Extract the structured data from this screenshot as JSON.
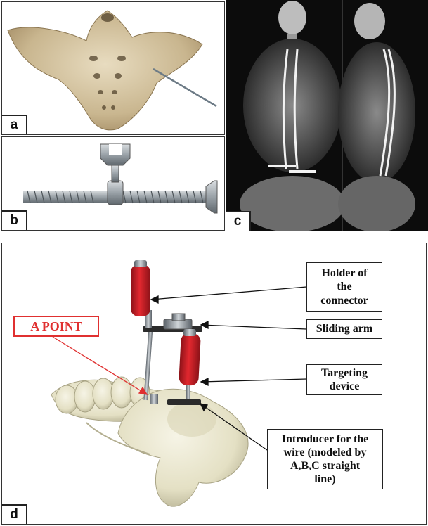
{
  "panels": {
    "a": {
      "label": "a"
    },
    "b": {
      "label": "b"
    },
    "c": {
      "label": "c"
    },
    "d": {
      "label": "d"
    }
  },
  "annotations": {
    "a_point": "A POINT",
    "holder": "Holder of\nthe\nconnector",
    "sliding_arm": "Sliding arm",
    "targeting": "Targeting\ndevice",
    "introducer": "Introducer for the\nwire (modeled by\nA,B,C straight\nline)"
  },
  "colors": {
    "handle_red": "#d21f26",
    "bone": "#e9e5cf",
    "xray_bg": "#0c0c0c",
    "a_point_red": "#e03030"
  }
}
